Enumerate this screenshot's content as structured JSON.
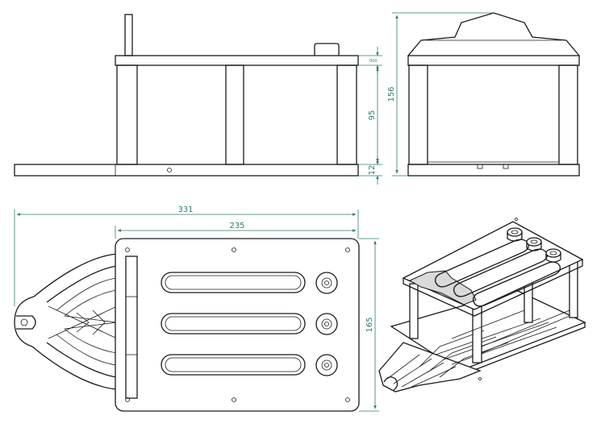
{
  "drawing": {
    "views": [
      "front-view",
      "side-view",
      "top-view",
      "isometric-view"
    ],
    "colors": {
      "line": "#1a1a1a",
      "dimension": "#2e7d6e",
      "background": "#ffffff"
    },
    "dimensions": {
      "total_length": "331",
      "plate_length": "235",
      "plate_width": "165",
      "overall_height": "156",
      "frame_height": "95",
      "base_thickness": "12",
      "top_thickness": "000"
    }
  }
}
